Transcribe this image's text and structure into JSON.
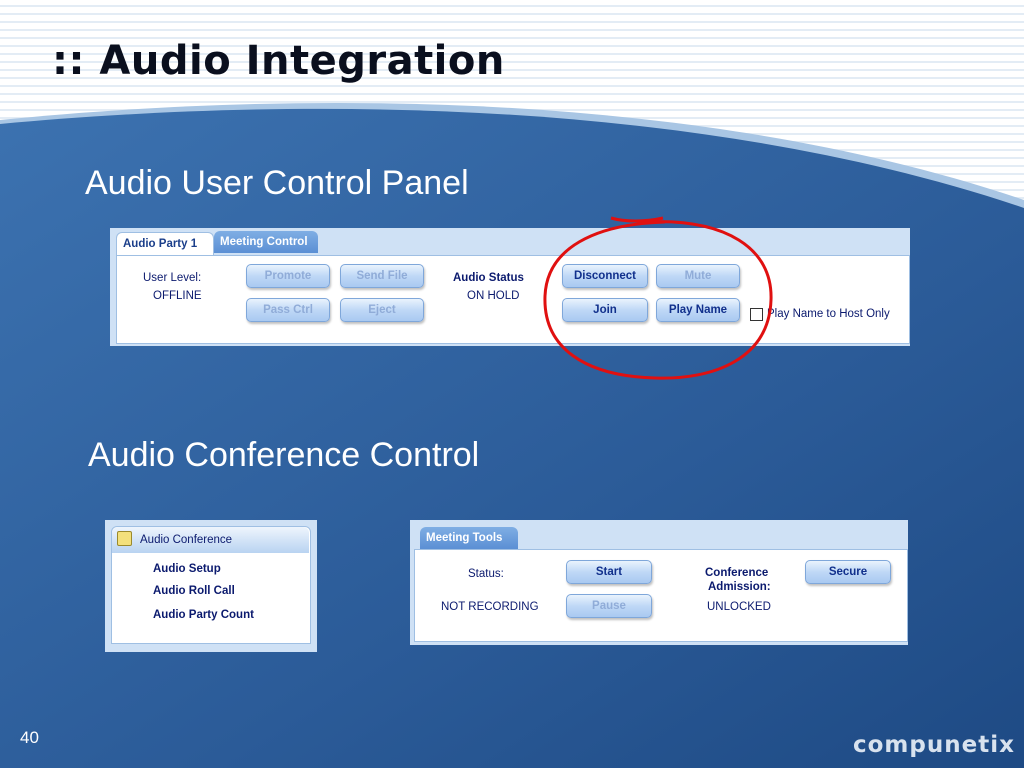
{
  "slide": {
    "title": ":: Audio Integration",
    "page_number": "40",
    "logo": "compunetix"
  },
  "sections": {
    "user_panel_heading": "Audio User Control Panel",
    "conference_heading": "Audio Conference Control"
  },
  "user_panel": {
    "tabs": [
      {
        "label": "Audio Party 1",
        "active": true
      },
      {
        "label": "Meeting Control",
        "active": false
      }
    ],
    "user_level_label": "User Level:",
    "user_level_value": "OFFLINE",
    "audio_status_label": "Audio Status",
    "audio_status_value": "ON HOLD",
    "buttons": {
      "promote": "Promote",
      "send_file": "Send File",
      "pass_ctrl": "Pass Ctrl",
      "eject": "Eject",
      "disconnect": "Disconnect",
      "mute": "Mute",
      "join": "Join",
      "play_name": "Play Name"
    },
    "play_name_host_only": "Play Name to Host Only"
  },
  "audio_conference": {
    "header": "Audio Conference",
    "items": [
      "Audio Setup",
      "Audio Roll Call",
      "Audio Party Count"
    ]
  },
  "meeting_tools": {
    "tab": "Meeting Tools",
    "status_label": "Status:",
    "status_value": "NOT RECORDING",
    "start": "Start",
    "pause": "Pause",
    "admission_label_1": "Conference",
    "admission_label_2": "Admission:",
    "admission_value": "UNLOCKED",
    "secure": "Secure"
  },
  "colors": {
    "annotation": "#e01010",
    "slide_blue": "#2d5f9c",
    "button_text": "#11308c",
    "disabled_text": "#90acd8"
  }
}
